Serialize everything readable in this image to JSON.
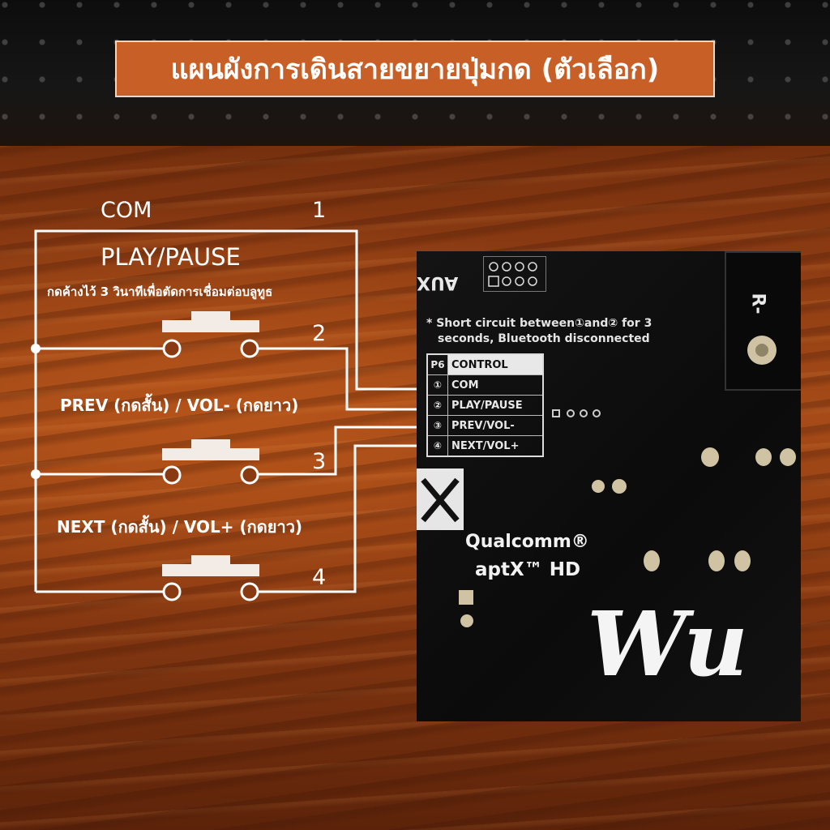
{
  "title": "แผนผังการเดินสายขยายปุ่มกด (ตัวเลือก)",
  "colors": {
    "title_bg": "#c85f26",
    "line": "#ffffff"
  },
  "diagram": {
    "com_label": "COM",
    "pin1": "1",
    "pin2": "2",
    "pin3": "3",
    "pin4": "4",
    "play_label": "PLAY/PAUSE",
    "play_hold_note": "กดค้างไว้ 3 วินาทีเพื่อตัดการเชื่อมต่อบลูทูธ",
    "prev_label": "PREV (กดสั้น) / VOL- (กดยาว)",
    "next_label": "NEXT (กดสั้น) / VOL+ (กดยาว)"
  },
  "board": {
    "aux": "AUX",
    "r_label": "R-",
    "note_line1": "* Short circuit between①and② for 3",
    "note_line2": "seconds, Bluetooth disconnected",
    "table": [
      {
        "pin": "P6",
        "name": "CONTROL"
      },
      {
        "pin": "①",
        "name": "COM"
      },
      {
        "pin": "②",
        "name": "PLAY/PAUSE"
      },
      {
        "pin": "③",
        "name": "PREV/VOL-"
      },
      {
        "pin": "④",
        "name": "NEXT/VOL+"
      }
    ],
    "brand": "Qualcomm®",
    "codec": "aptX™ HD",
    "logo_text": "Wu"
  }
}
